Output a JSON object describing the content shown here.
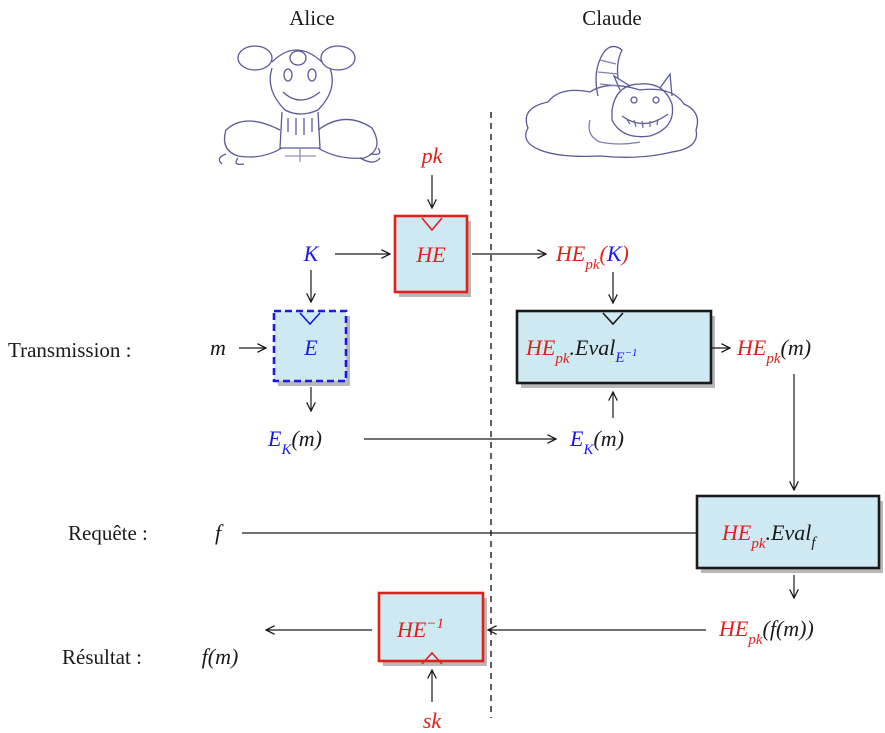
{
  "parties": {
    "left": "Alice",
    "right": "Claude"
  },
  "rows": {
    "transmission": "Transmission :",
    "request": "Requête :",
    "result": "Résultat :"
  },
  "symbols": {
    "pk": "pk",
    "sk": "sk",
    "K": "K",
    "m": "m",
    "f": "f",
    "f_of_m": "f(m)",
    "E": "E",
    "HE": "HE",
    "HE_inv": "HE",
    "HE_inv_sup": "−1",
    "E_sub": "K",
    "paren_m": "(m)",
    "HE_sub": "pk",
    "eval_dot": ".Eval",
    "eval_E_sub": "E",
    "eval_E_sup": "−1",
    "eval_f_sub": "f",
    "paren_K_open": "(",
    "paren_K_close": ")",
    "paren_fm": "(f(m))"
  },
  "colors": {
    "red": "#e0201b",
    "blue": "#1a1ae0",
    "box_fill": "#cfe9f3",
    "shadow": "#b8b8b8"
  }
}
